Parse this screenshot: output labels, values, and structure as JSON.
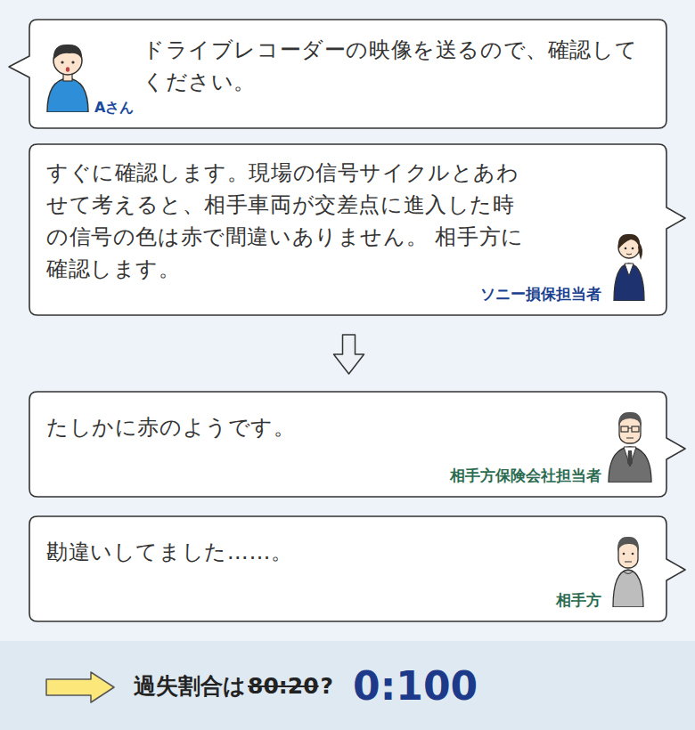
{
  "diagram": {
    "nodes": [
      {
        "text": [
          "ドライブレコーダーの映像を送るので、確認してください。",
          "Aさん"
        ]
      },
      {
        "text": [
          "すぐに確認します。現場の信号サイクルとあわせて考えると、相手車両が交差点に進入した時の信号の色は赤で間違いありません。 相手方に確認します。",
          "ソニー損保担当者"
        ]
      },
      {
        "text": [
          "たしかに赤のようです。",
          "相手方保険会社担当者"
        ]
      },
      {
        "text": [
          "勘違いしてました……。",
          "相手方"
        ]
      },
      {
        "text": [
          "過失割合は",
          "80:20",
          "?",
          "0:100"
        ]
      }
    ],
    "edges": [
      {
        "from": 1,
        "to": 2,
        "arrow": "to"
      }
    ]
  }
}
